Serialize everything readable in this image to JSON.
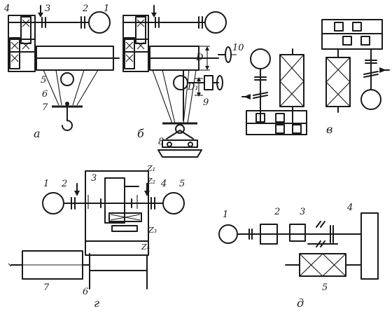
{
  "panels": {
    "a": {
      "caption": "а",
      "labels": {
        "l1": "1",
        "l2": "2",
        "l3": "3",
        "l4": "4",
        "l5": "5",
        "l6": "6",
        "l7": "7"
      }
    },
    "b": {
      "caption": "б",
      "labels": {
        "l8": "8",
        "l9": "9",
        "l10": "10",
        "D": "D",
        "D1": "D₁"
      }
    },
    "v": {
      "caption": "в"
    },
    "g": {
      "caption": "г",
      "labels": {
        "l1": "1",
        "l2": "2",
        "l3": "3",
        "l4": "4",
        "l5": "5",
        "l6": "6",
        "l7": "7",
        "z1": "Z₁",
        "z2": "Z₂",
        "z3": "Z₃",
        "z4": "Z₄"
      }
    },
    "d": {
      "caption": "д",
      "labels": {
        "l1": "1",
        "l2": "2",
        "l3": "3",
        "l4": "4",
        "l5": "5"
      }
    }
  }
}
